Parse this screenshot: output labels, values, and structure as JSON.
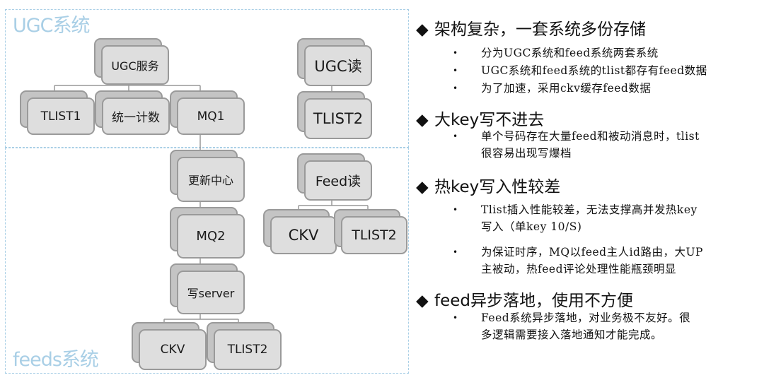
{
  "regions": {
    "ugc": {
      "label": "UGC系统"
    },
    "feeds": {
      "label": "feeds系统"
    }
  },
  "nodes": {
    "ugc_service": "UGC服务",
    "tlist1": "TLIST1",
    "unified_count": "统一计数",
    "mq1": "MQ1",
    "ugc_read": "UGC读",
    "tlist2_top": "TLIST2",
    "update_center": "更新中心",
    "feed_read": "Feed读",
    "mq2": "MQ2",
    "ckv_right": "CKV",
    "tlist2_right": "TLIST2",
    "write_server": "写server",
    "ckv_bottom": "CKV",
    "tlist2_bottom": "TLIST2"
  },
  "sections": [
    {
      "title": "架构复杂，一套系统多份存储",
      "items": [
        [
          "分为UGC系统和feed系统两套系统"
        ],
        [
          "UGC系统和feed系统的tlist都存有feed数据"
        ],
        [
          "为了加速，采用ckv缓存feed数据"
        ]
      ]
    },
    {
      "title": "大key写不进去",
      "items": [
        [
          "单个号码存在大量feed和被动消息时，tlist",
          "很容易出现写爆档"
        ]
      ]
    },
    {
      "title": "热key写入性较差",
      "items": [
        [
          "Tlist插入性能较差，无法支撑高并发热key",
          "写入（单key 10/S)"
        ],
        [
          "为保证时序，MQ以feed主人id路由，大UP",
          "主被动，热feed评论处理性能瓶颈明显"
        ]
      ]
    },
    {
      "title": "feed异步落地，使用不方便",
      "items": [
        [
          "Feed系统异步落地，对业务极不友好。很",
          "多逻辑需要接入落地通知才能完成。"
        ]
      ]
    }
  ],
  "symbols": {
    "diamond": "◆",
    "bullet": "•"
  }
}
